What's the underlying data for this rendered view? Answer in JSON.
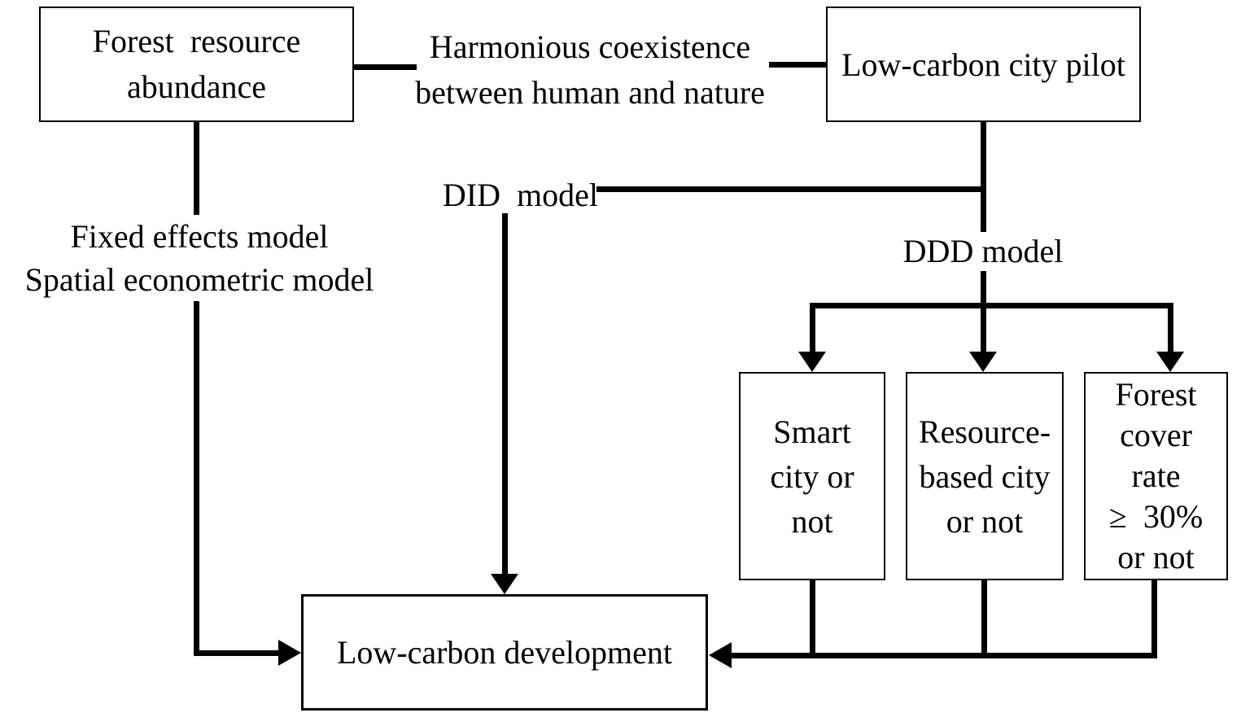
{
  "canvas": {
    "background_color": "#ffffff",
    "ink_color": "#000000"
  },
  "nodes": {
    "forest_resource": {
      "label": "Forest  resource\nabundance"
    },
    "low_carbon_pilot": {
      "label": "Low-carbon city pilot"
    },
    "smart_city": {
      "label": "Smart\ncity or\nnot"
    },
    "resource_based_city": {
      "label": "Resource-\nbased city\nor not"
    },
    "forest_cover_rate": {
      "label": "Forest\ncover\nrate\n≥  30%\nor not"
    },
    "low_carbon_development": {
      "label": "Low-carbon development"
    }
  },
  "labels": {
    "harmonious": {
      "text": "Harmonious coexistence\nbetween human and nature"
    },
    "fixed_effects": {
      "text": "Fixed effects model\nSpatial econometric model"
    },
    "did_model": {
      "text": "DID  model"
    },
    "ddd_model": {
      "text": "DDD model"
    }
  }
}
